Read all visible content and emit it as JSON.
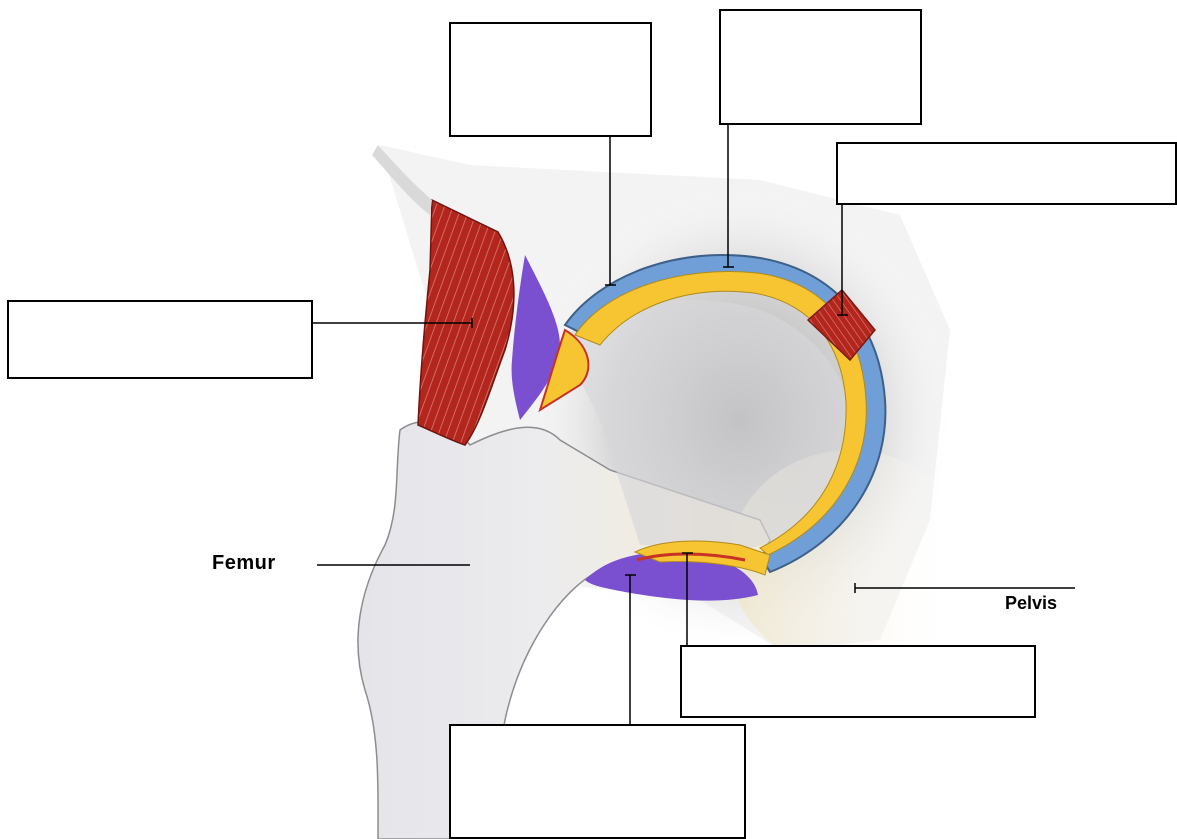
{
  "diagram": {
    "labels": {
      "femur": "Femur",
      "pelvis": "Pelvis"
    },
    "blank_boxes": [
      {
        "name": "label-box-top-left",
        "text": ""
      },
      {
        "name": "label-box-top-middle",
        "text": ""
      },
      {
        "name": "label-box-top-right",
        "text": ""
      },
      {
        "name": "label-box-left",
        "text": ""
      },
      {
        "name": "label-box-bottom-right",
        "text": ""
      },
      {
        "name": "label-box-bottom-middle",
        "text": ""
      }
    ],
    "colors": {
      "cartilage": "#6f9fd6",
      "synovial_fluid": "#f7c531",
      "synovial_membrane": "#c83225",
      "fat_pad": "#7a4fd0",
      "muscle": "#b3261e",
      "bone_femur": "#e9e9ee",
      "shadow": "#b9b9b9",
      "pelvis_bone": "#f3e8c6"
    }
  }
}
